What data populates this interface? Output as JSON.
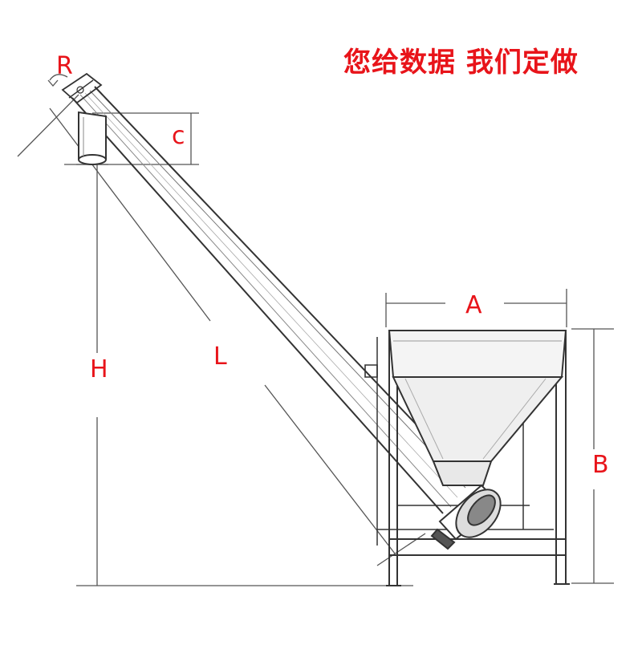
{
  "headline": "您给数据 我们定做",
  "labels": {
    "R": "R",
    "C": "c",
    "H": "H",
    "L": "L",
    "A": "A",
    "B": "B"
  },
  "colors": {
    "accent": "#e8141a",
    "line": "#333333",
    "dim_line": "#555555"
  }
}
